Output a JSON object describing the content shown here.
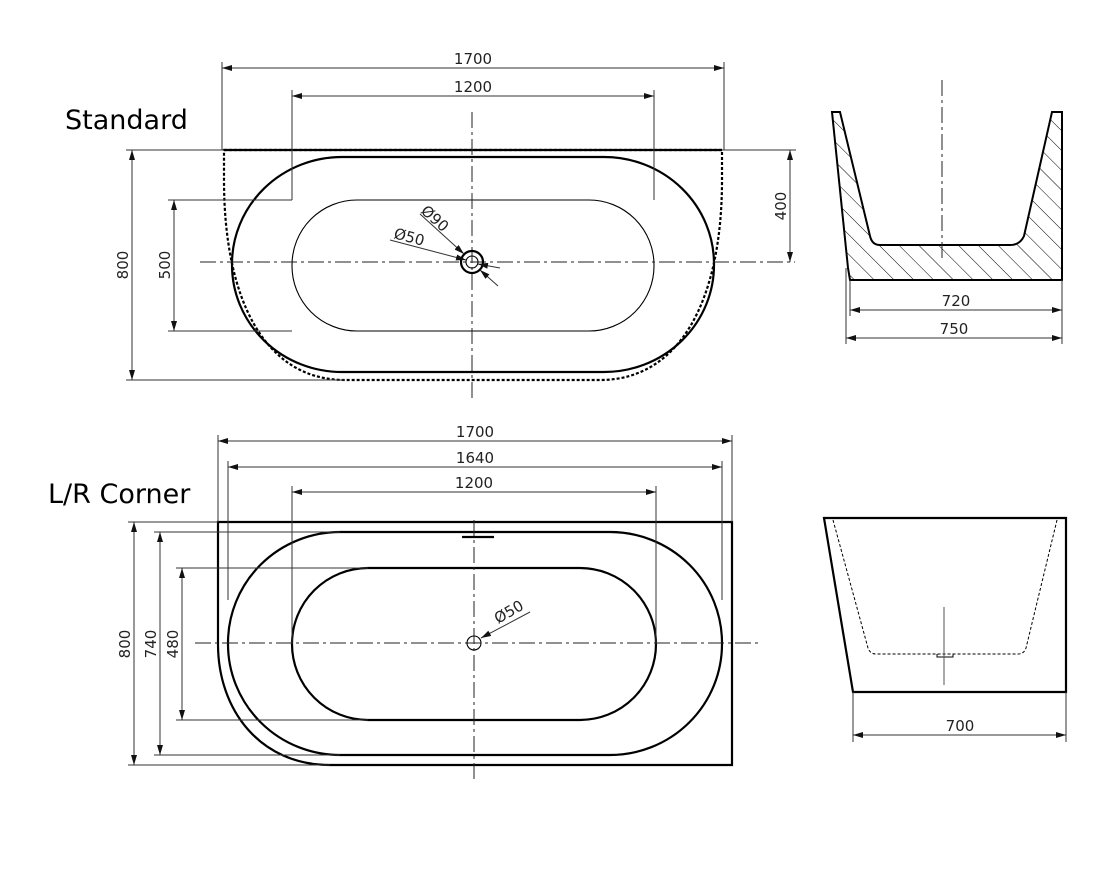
{
  "views": {
    "standard": {
      "label": "Standard",
      "length_overall": "1700",
      "basin_length": "1200",
      "width_overall": "800",
      "basin_width": "500",
      "drain_offset": "400",
      "overflow_diameter": "Ø90",
      "drain_diameter": "Ø50",
      "side_inner_width": "720",
      "side_outer_width": "750"
    },
    "corner": {
      "label": "L/R Corner",
      "length_overall": "1700",
      "rim_length": "1640",
      "basin_length": "1200",
      "width_overall": "800",
      "rim_width": "740",
      "basin_width": "480",
      "drain_diameter": "Ø50",
      "side_base_width": "700"
    }
  }
}
